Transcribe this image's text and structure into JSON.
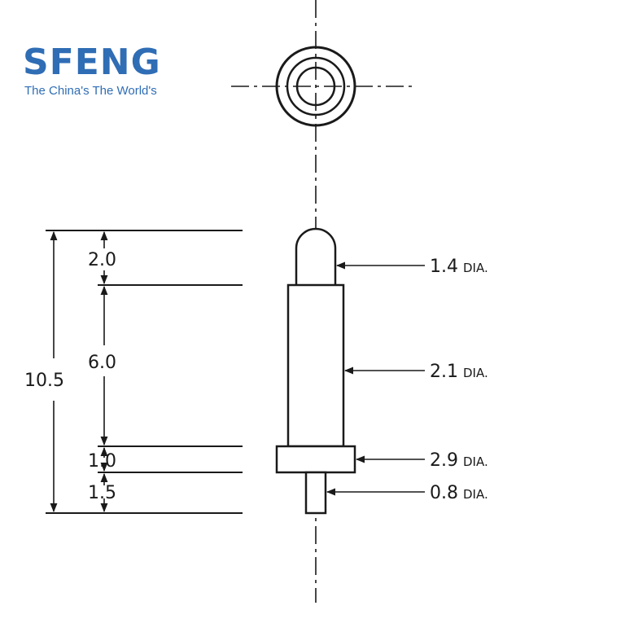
{
  "logo": {
    "wordmark": "SFENG",
    "tagline": "The China's  The World's",
    "brand_color": "#2f6db5"
  },
  "dimensions": {
    "overall_length": "10.5",
    "lengths": [
      {
        "label": "2.0",
        "part": "plunger tip"
      },
      {
        "label": "6.0",
        "part": "barrel"
      },
      {
        "label": "1.0",
        "part": "flange"
      },
      {
        "label": "1.5",
        "part": "tail pin"
      }
    ],
    "diameters": [
      {
        "value": "1.4",
        "unit": "DIA."
      },
      {
        "value": "2.1",
        "unit": "DIA."
      },
      {
        "value": "2.9",
        "unit": "DIA."
      },
      {
        "value": "0.8",
        "unit": "DIA."
      }
    ]
  },
  "colors": {
    "line": "#1a1a1a"
  }
}
